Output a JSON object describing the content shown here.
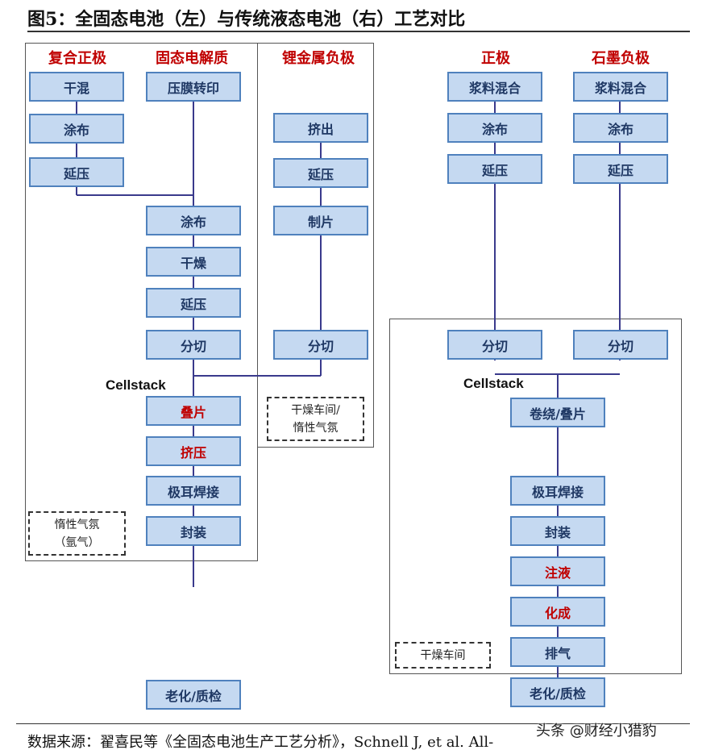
{
  "title": "图5：全固态电池（左）与传统液态电池（右）工艺对比",
  "solid_state": {
    "columns": {
      "composite_cathode": "复合正极",
      "solid_electrolyte": "固态电解质",
      "lithium_anode": "锂金属负极"
    },
    "cathode_steps": [
      "干混",
      "涂布",
      "延压"
    ],
    "electrolyte_steps": [
      "压膜转印",
      "涂布",
      "干燥",
      "延压",
      "分切"
    ],
    "anode_steps": [
      "挤出",
      "延压",
      "制片",
      "分切"
    ],
    "cellstack_label": "Cellstack",
    "assembly_steps": [
      "叠片",
      "挤压",
      "极耳焊接",
      "封装"
    ],
    "final_step": "老化/质检",
    "dry_room_note": [
      "干燥车间/",
      "惰性气氛"
    ],
    "inert_note": [
      "惰性气氛",
      "（氩气）"
    ]
  },
  "liquid": {
    "columns": {
      "cathode": "正极",
      "graphite_anode": "石墨负极"
    },
    "cathode_steps": [
      "浆料混合",
      "涂布",
      "延压",
      "分切"
    ],
    "anode_steps": [
      "浆料混合",
      "涂布",
      "延压",
      "分切"
    ],
    "cellstack_label": "Cellstack",
    "assembly_steps": [
      "卷绕/叠片",
      "极耳焊接",
      "封装",
      "注液",
      "化成",
      "排气",
      "老化/质检"
    ],
    "dry_room_note": "干燥车间"
  },
  "source": "数据来源：翟喜民等《全固态电池生产工艺分析》，Schnell J, et al. All-",
  "watermark": "头条 @财经小猎豹",
  "colors": {
    "box_fill": "#c5d9f1",
    "box_border": "#4f81bd",
    "box_text": "#1f3864",
    "highlight_text": "#c00000",
    "connector": "#3a3a8c"
  }
}
